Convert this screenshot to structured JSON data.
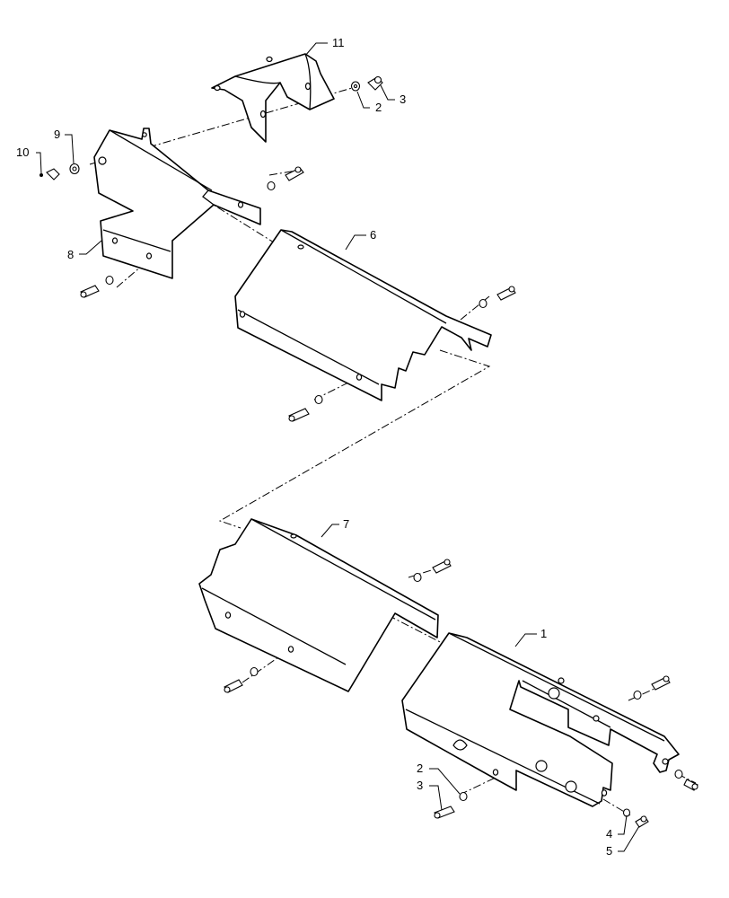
{
  "callouts": {
    "c1": "1",
    "c2a": "2",
    "c2b": "2",
    "c3a": "3",
    "c3b": "3",
    "c4": "4",
    "c5": "5",
    "c6": "6",
    "c7": "7",
    "c8": "8",
    "c9": "9",
    "c10": "10",
    "c11": "11"
  },
  "colors": {
    "line": "#000000",
    "background": "#ffffff"
  }
}
